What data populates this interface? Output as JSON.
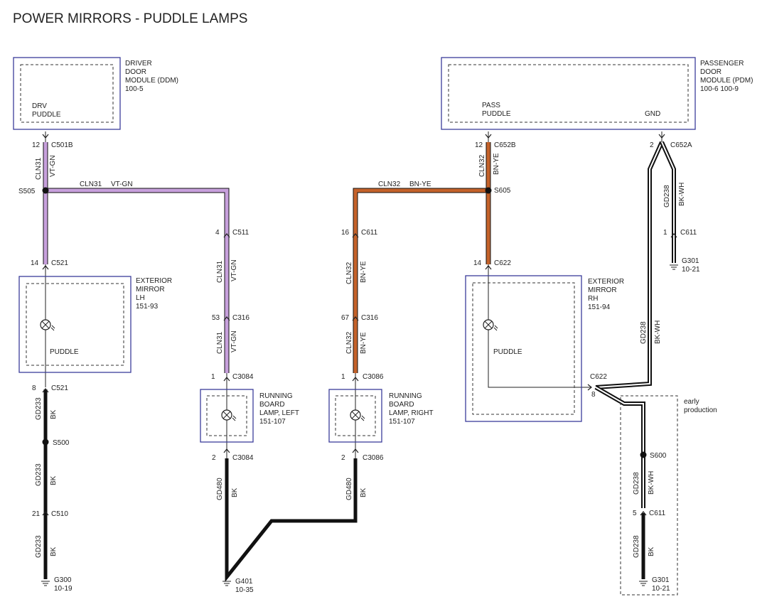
{
  "title": "POWER MIRRORS - PUDDLE LAMPS",
  "colors": {
    "box_border": "#3b3d9a",
    "wire_vt_gn": "#b88fd0",
    "wire_bn_ye": "#c4622a",
    "wire_bk": "#111111",
    "wire_bk_wh_outline": "#111111"
  },
  "modules": {
    "ddm": {
      "name": [
        "DRIVER",
        "DOOR",
        "MODULE (DDM)",
        "100-5"
      ],
      "pin": [
        "DRV",
        "PUDDLE"
      ]
    },
    "pdm": {
      "name": [
        "PASSENGER",
        "DOOR",
        "MODULE (PDM)",
        "100-6   100-9"
      ],
      "pin_puddle": [
        "PASS",
        "PUDDLE"
      ],
      "pin_gnd": "GND"
    },
    "mirror_lh": {
      "name": [
        "EXTERIOR",
        "MIRROR",
        "LH",
        "151-93"
      ],
      "lamp": "PUDDLE"
    },
    "mirror_rh": {
      "name": [
        "EXTERIOR",
        "MIRROR",
        "RH",
        "151-94"
      ],
      "lamp": "PUDDLE"
    },
    "rb_left": {
      "name": [
        "RUNNING",
        "BOARD",
        "LAMP, LEFT",
        "151-107"
      ]
    },
    "rb_right": {
      "name": [
        "RUNNING",
        "BOARD",
        "LAMP, RIGHT",
        "151-107"
      ]
    },
    "early": [
      "early",
      "production"
    ]
  },
  "pins": {
    "c501b": {
      "num": "12",
      "conn": "C501B"
    },
    "c521_top": {
      "num": "14",
      "conn": "C521"
    },
    "c521_bot": {
      "num": "8",
      "conn": "C521"
    },
    "c510": {
      "num": "21",
      "conn": "C510"
    },
    "c511": {
      "num": "4",
      "conn": "C511"
    },
    "c316_l": {
      "num": "53",
      "conn": "C316"
    },
    "c3084_top": {
      "num": "1",
      "conn": "C3084"
    },
    "c3084_bot": {
      "num": "2",
      "conn": "C3084"
    },
    "c611_l": {
      "num": "16",
      "conn": "C611"
    },
    "c316_r": {
      "num": "67",
      "conn": "C316"
    },
    "c3086_top": {
      "num": "1",
      "conn": "C3086"
    },
    "c3086_bot": {
      "num": "2",
      "conn": "C3086"
    },
    "c652b": {
      "num": "12",
      "conn": "C652B"
    },
    "c622_top": {
      "num": "14",
      "conn": "C622"
    },
    "c622_side": {
      "num": "8",
      "conn": "C622"
    },
    "c652a": {
      "num": "2",
      "conn": "C652A"
    },
    "c611_r": {
      "num": "1",
      "conn": "C611"
    },
    "c611_e": {
      "num": "5",
      "conn": "C611"
    }
  },
  "splices": {
    "s505": "S505",
    "s500": "S500",
    "s605": "S605",
    "s600": "S600"
  },
  "grounds": {
    "g300": [
      "G300",
      "10-19"
    ],
    "g401": [
      "G401",
      "10-35"
    ],
    "g301_top": [
      "G301",
      "10-21"
    ],
    "g301_bot": [
      "G301",
      "10-21"
    ]
  },
  "circuits": {
    "cln31": "CLN31",
    "vt_gn": "VT-GN",
    "cln32": "CLN32",
    "bn_ye": "BN-YE",
    "gd233": "GD233",
    "gd480": "GD480",
    "gd238": "GD238",
    "bk": "BK",
    "bk_wh": "BK-WH"
  }
}
